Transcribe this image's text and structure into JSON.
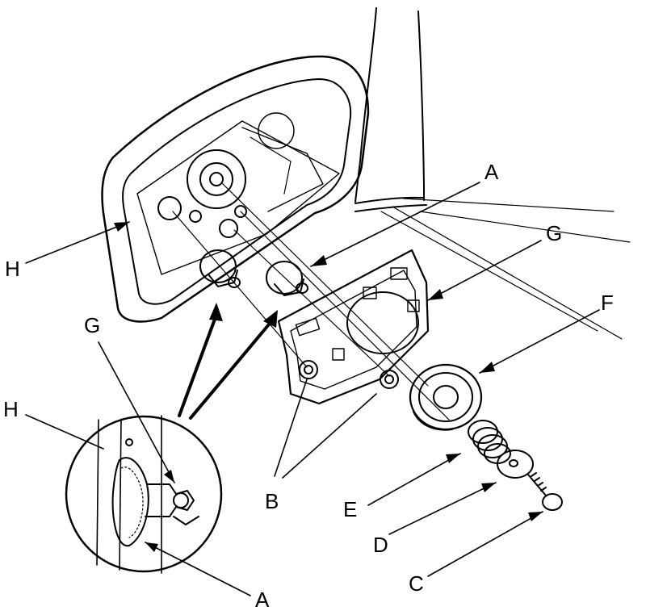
{
  "labels": {
    "a_top": "A",
    "g_top": "G",
    "f": "F",
    "h_top": "H",
    "g_inset": "G",
    "h_inset": "H",
    "b": "B",
    "e": "E",
    "d": "D",
    "c": "C",
    "a_inset": "A"
  }
}
